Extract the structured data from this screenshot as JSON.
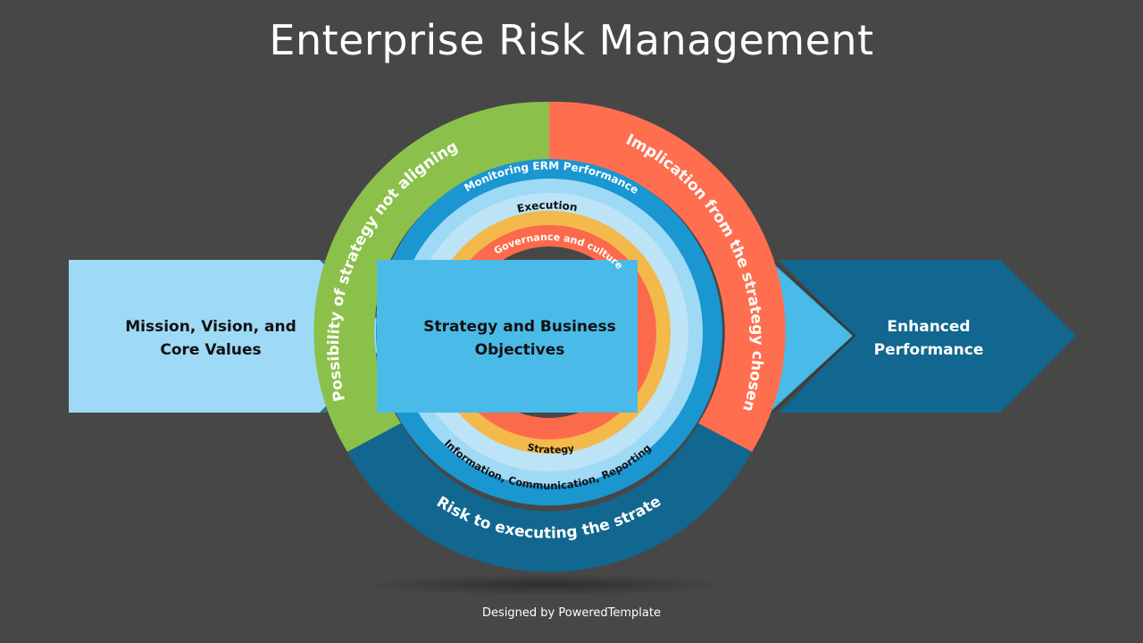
{
  "title": "Enterprise Risk Management",
  "left_box": {
    "line1": "Mission, Vision, and",
    "line2": "Core Values"
  },
  "center_box": {
    "line1": "Strategy and Business",
    "line2": "Objectives"
  },
  "right_box": {
    "line1": "Enhanced",
    "line2": "Performance"
  },
  "outer_ring": {
    "left_label": "Possibility of strategy not aligning",
    "right_label": "Implication from the strategy chosen",
    "bottom_label": "Risk to executing the strategy"
  },
  "inner_rings": {
    "monitoring": "Monitoring ERM Performance",
    "execution": "Execution",
    "governance": "Governance and culture",
    "strategy": "Strategy",
    "information": "Information, Communication, Reporting"
  },
  "credit": "Designed by PoweredTemplate",
  "colors": {
    "background": "#474747",
    "green": "#8BC14A",
    "orange": "#FF6F4F",
    "dark_blue": "#11678F",
    "light_blue": "#9ED9F5",
    "mid_blue": "#4ABAE8",
    "ring_blue": "#1A96D1",
    "ring_pale": "#BCE4F6",
    "ring_yellow": "#F3B94B",
    "ring_red": "#FB6A4B"
  }
}
